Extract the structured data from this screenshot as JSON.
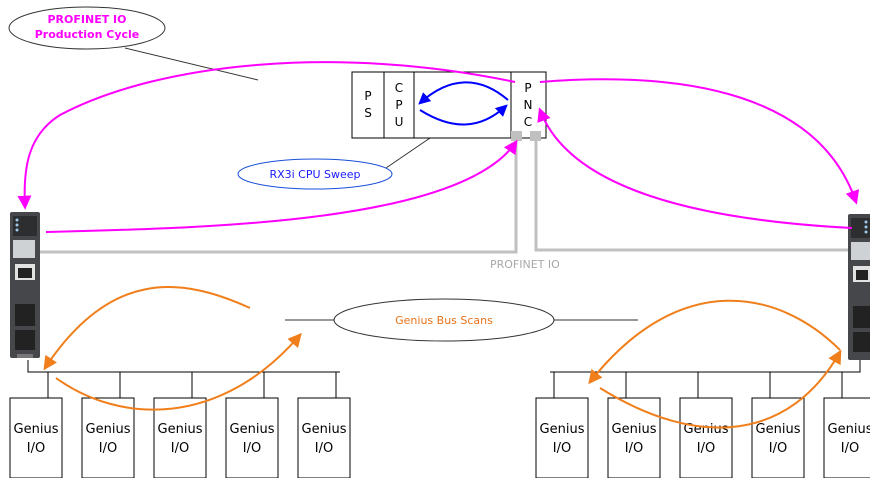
{
  "callouts": {
    "production_cycle": [
      "PROFINET IO",
      "Production Cycle"
    ],
    "cpu_sweep": "RX3i CPU Sweep",
    "genius_scans": "Genius Bus Scans"
  },
  "network_label": "PROFINET IO",
  "rack": {
    "ps_letters": [
      "P",
      "S"
    ],
    "cpu_letters": [
      "C",
      "P",
      "U"
    ],
    "pnc_letters": [
      "P",
      "N",
      "C"
    ]
  },
  "genius_block_label": [
    "Genius",
    "I/O"
  ],
  "colors": {
    "profinet_cycle": "#ff00ff",
    "cpu_sweep": "#0000ff",
    "genius_scan": "#f07f1b",
    "network_cable": "#c0c0c0",
    "cpu_sweep_text": "#1a1aff",
    "genius_text": "#e8731a"
  }
}
